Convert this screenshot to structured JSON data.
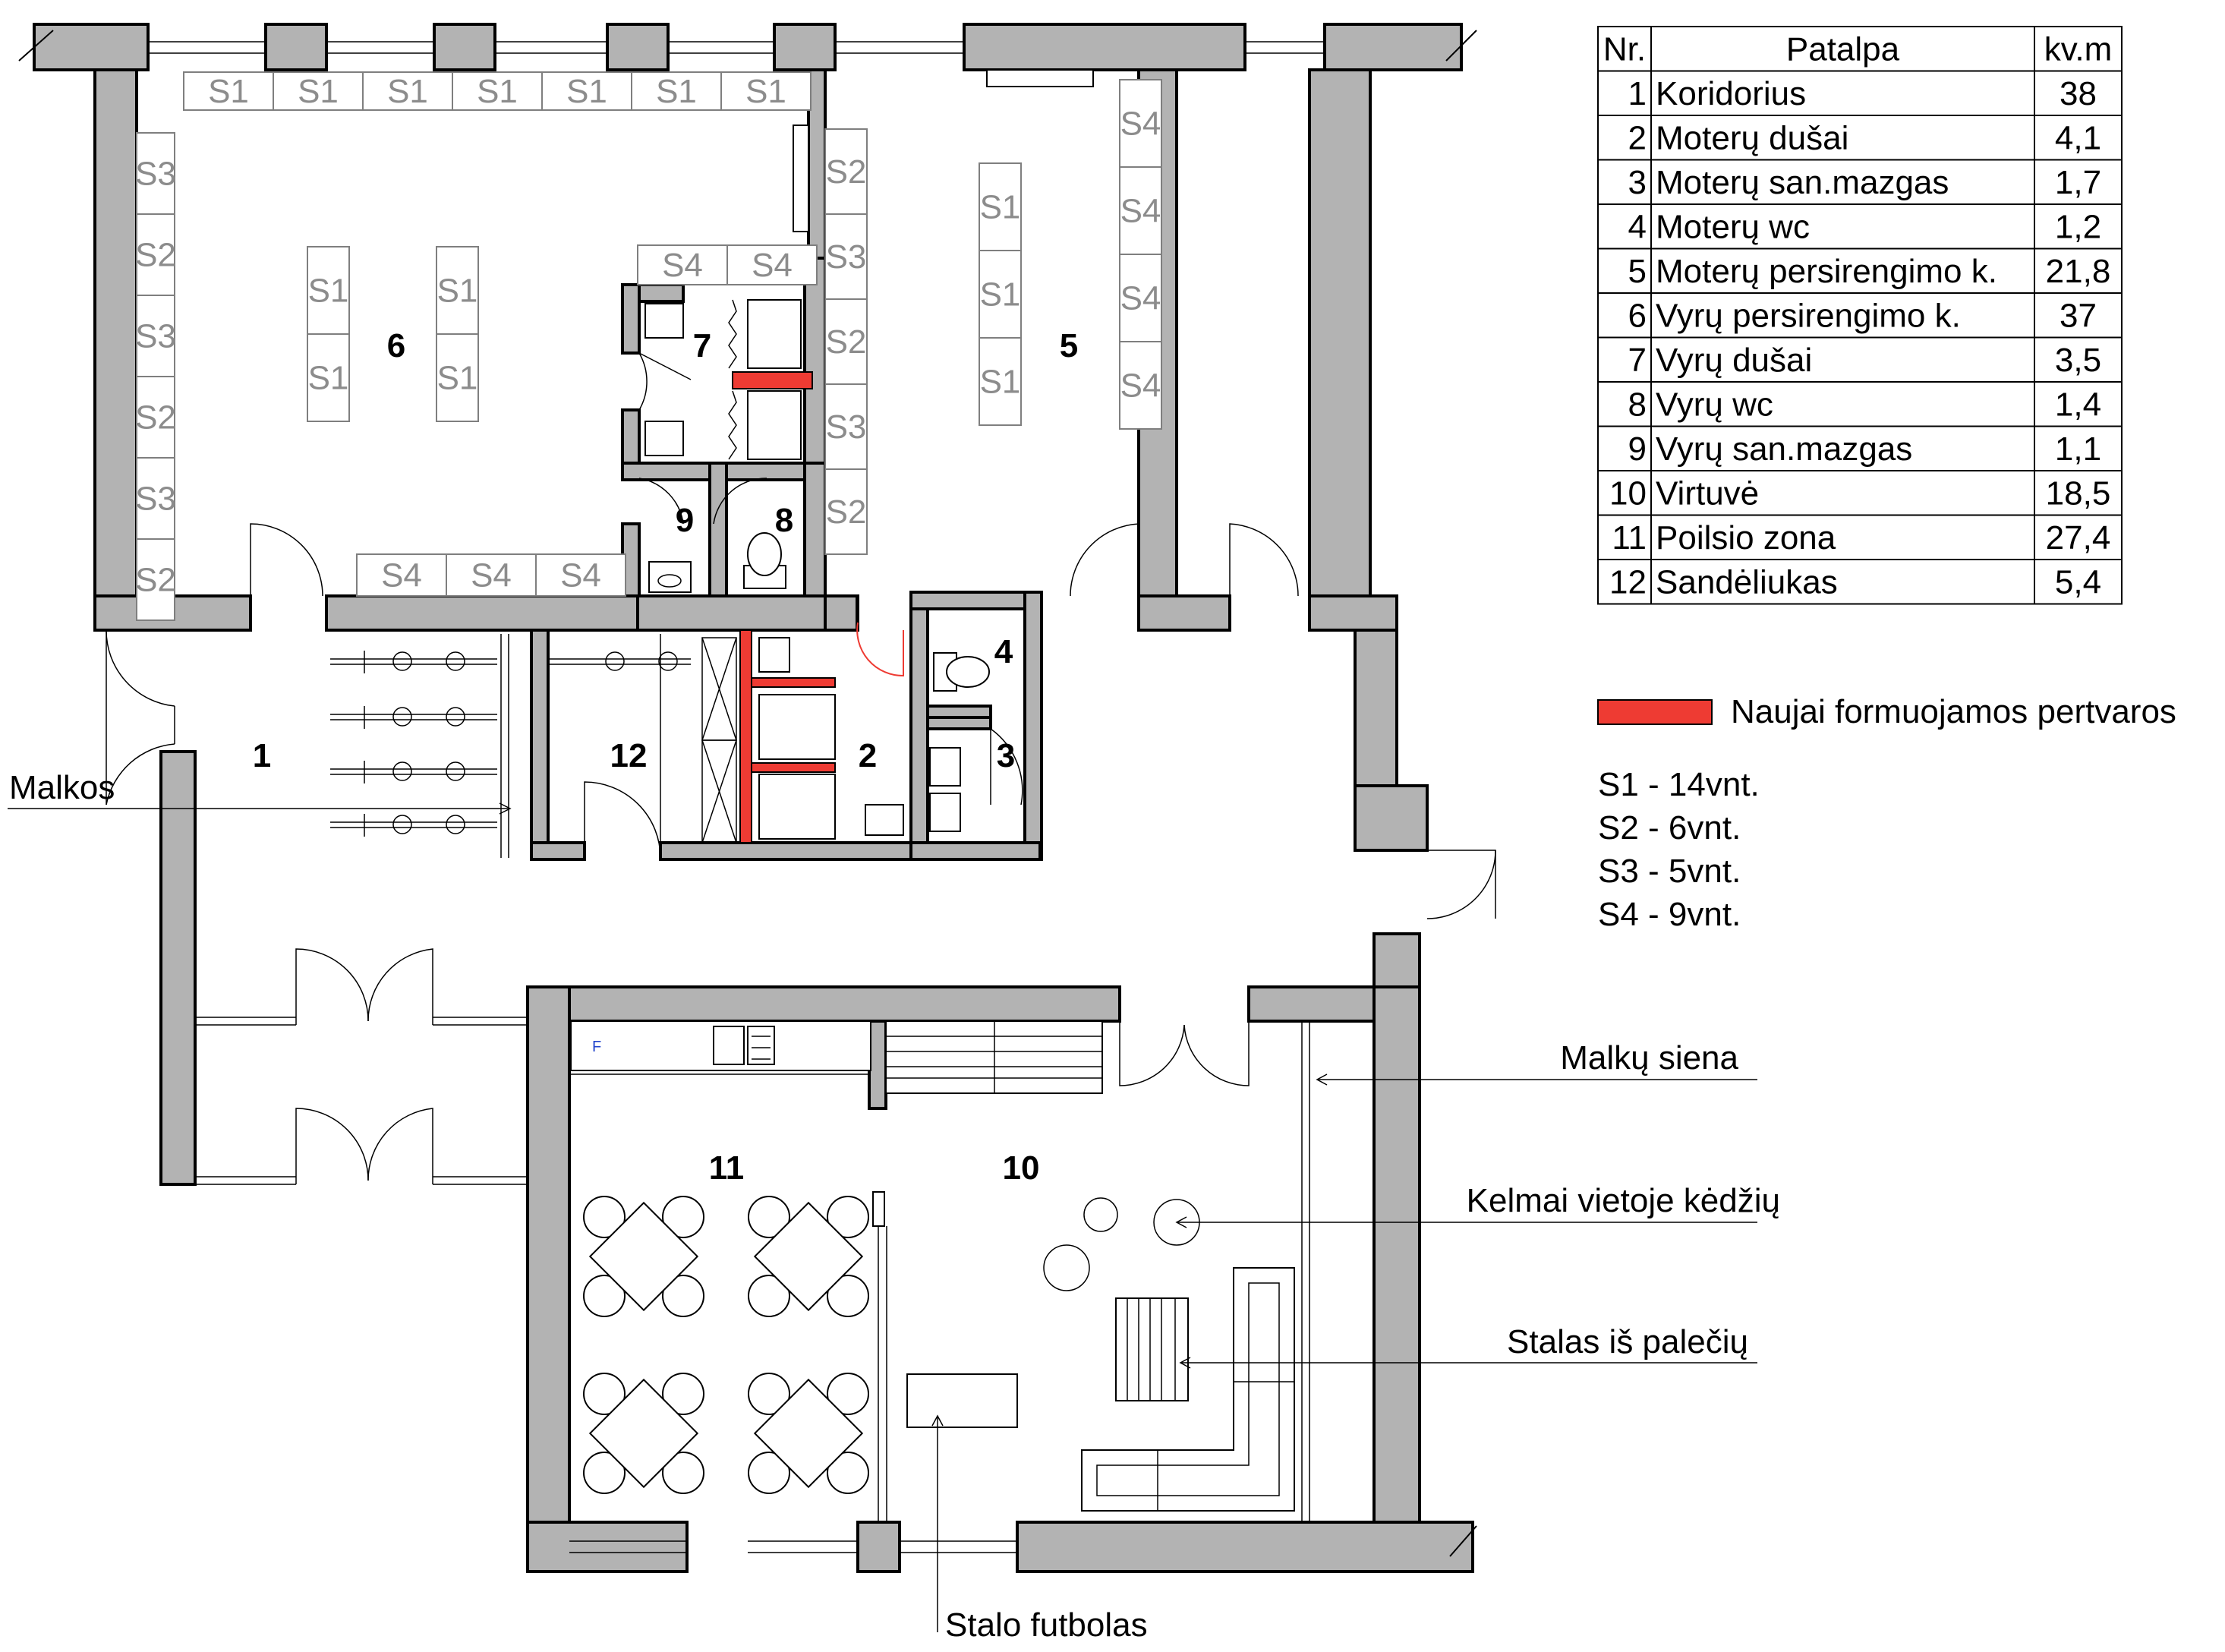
{
  "rooms": {
    "r1": "1",
    "r2": "2",
    "r3": "3",
    "r4": "4",
    "r5": "5",
    "r6": "6",
    "r7": "7",
    "r8": "8",
    "r9": "9",
    "r10": "10",
    "r11": "11",
    "r12": "12"
  },
  "locker_codes": {
    "s1": "S1",
    "s2": "S2",
    "s3": "S3",
    "s4": "S4"
  },
  "fridge_mark": "F",
  "table": {
    "headers": [
      "Nr.",
      "Patalpa",
      "kv.m"
    ],
    "rows": [
      [
        "1",
        "Koridorius",
        "38"
      ],
      [
        "2",
        "Moterų dušai",
        "4,1"
      ],
      [
        "3",
        "Moterų san.mazgas",
        "1,7"
      ],
      [
        "4",
        "Moterų wc",
        "1,2"
      ],
      [
        "5",
        "Moterų persirengimo k.",
        "21,8"
      ],
      [
        "6",
        "Vyrų persirengimo k.",
        "37"
      ],
      [
        "7",
        "Vyrų dušai",
        "3,5"
      ],
      [
        "8",
        "Vyrų wc",
        "1,4"
      ],
      [
        "9",
        "Vyrų san.mazgas",
        "1,1"
      ],
      [
        "10",
        "Virtuvė",
        "18,5"
      ],
      [
        "11",
        "Poilsio zona",
        "27,4"
      ],
      [
        "12",
        "Sandėliukas",
        "5,4"
      ]
    ]
  },
  "legend": {
    "partition_label": "Naujai formuojamos pertvaros",
    "partition_color": "#ee3b33",
    "counts": [
      "S1 - 14vnt.",
      "S2 - 6vnt.",
      "S3 - 5vnt.",
      "S4 - 9vnt."
    ]
  },
  "annotations": {
    "malkos": "Malkos",
    "malku_siena": "Malkų siena",
    "kelmai": "Kelmai vietoje kėdžių",
    "stalas": "Stalas iš palečių",
    "futbolas": "Stalo futbolas"
  },
  "colors": {
    "wall": "#b3b3b3",
    "locker_text": "#8c8c8c",
    "partition": "#ee3b33"
  }
}
